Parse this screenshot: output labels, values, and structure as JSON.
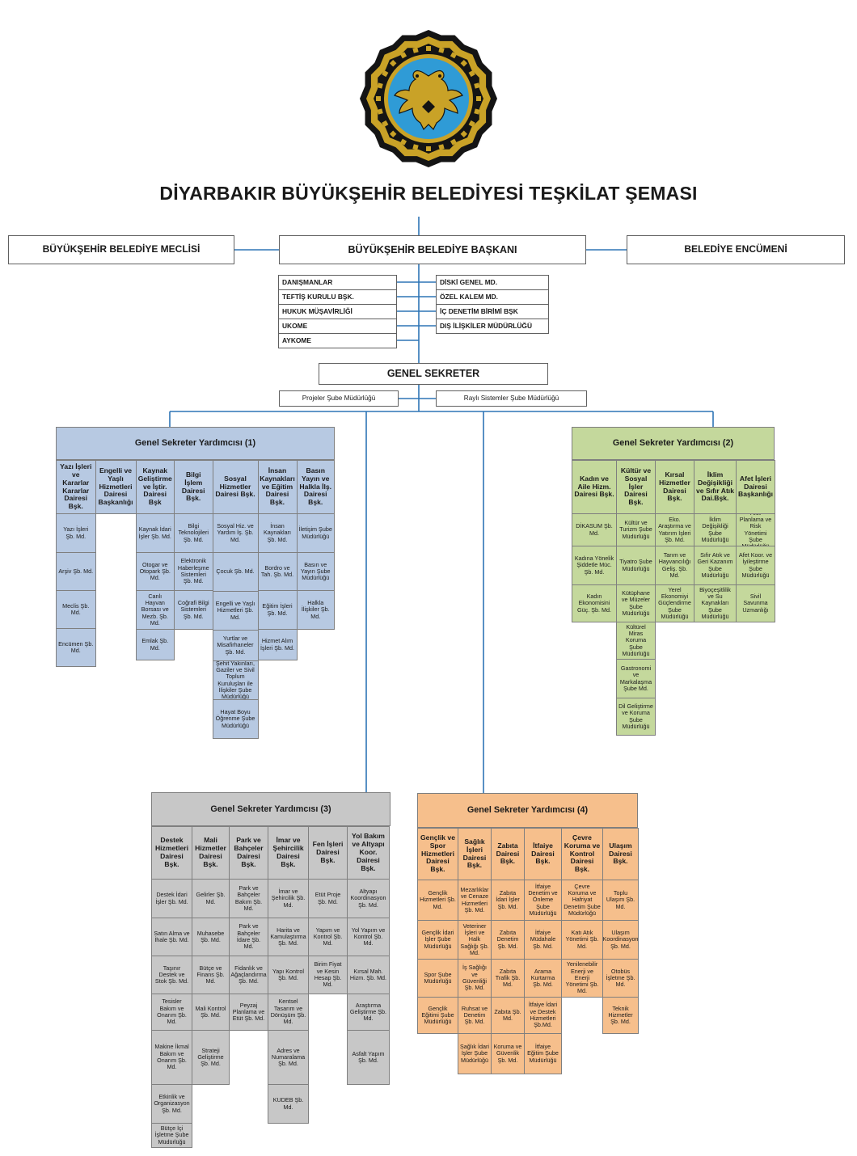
{
  "colors": {
    "line": "#2e75b6",
    "group1_fill": "#b7c9e2",
    "group2_fill": "#c4d89c",
    "group3_fill": "#c7c7c7",
    "group4_fill": "#f6bf8c",
    "logo_gold": "#c9a227",
    "logo_blue": "#2f9bd6",
    "logo_black": "#141414"
  },
  "page": {
    "title": "DİYARBAKIR BÜYÜKŞEHİR BELEDİYESİ TEŞKİLAT ŞEMASI",
    "logo_icon": "double-headed-eagle-seal"
  },
  "top": {
    "meclis": "BÜYÜKŞEHİR BELEDİYE MECLİSİ",
    "baskan": "BÜYÜKŞEHİR BELEDİYE BAŞKANI",
    "encumen": "BELEDİYE ENCÜMENİ"
  },
  "advisors_left": [
    "DANIŞMANLAR",
    "TEFTİŞ KURULU BŞK.",
    "HUKUK MÜŞAVİRLİĞİ",
    "UKOME",
    "AYKOME"
  ],
  "advisors_right": [
    "DİSKİ GENEL MD.",
    "ÖZEL KALEM MD.",
    "İÇ DENETİM BİRİMİ BŞK",
    "DIŞ İLİŞKİLER MÜDÜRLÜĞÜ"
  ],
  "genel_sekreter": "GENEL SEKRETER",
  "gs_units": [
    "Projeler Şube Müdürlüğü",
    "Raylı Sistemler Şube Müdürlüğü"
  ],
  "groups": [
    {
      "title": "Genel Sekreter Yardımcısı (1)",
      "columns": [
        {
          "dept": "Yazı İşleri ve Kararlar Kararlar Dairesi Bşk.",
          "subs": [
            "Yazı İşleri Şb. Md.",
            "Arşiv Şb. Md.",
            "Meclis Şb. Md.",
            "Encümen Şb. Md."
          ]
        },
        {
          "dept": "Engelli ve Yaşlı Hizmetleri Dairesi Başkanlığı",
          "subs": []
        },
        {
          "dept": "Kaynak Geliştirme ve İştir. Dairesi Bşk",
          "subs": [
            "Kaynak İdari İşler Şb. Md.",
            "Otogar ve Otopark Şb. Md.",
            "Canlı Hayvan Borsası ve Mezb. Şb. Md.",
            "Emlak Şb. Md."
          ]
        },
        {
          "dept": "Bilgi İşlem Dairesi Bşk.",
          "subs": [
            "Bilgi Teknolojileri Şb. Md.",
            "Elektronik Haberleşme Sistemleri Şb. Md.",
            "Coğrafi Bilgi Sistemleri Şb. Md."
          ]
        },
        {
          "dept": "Sosyal Hizmetler Dairesi Bşk.",
          "subs": [
            "Sosyal Hiz. ve Yardım İş. Şb. Md.",
            "Çocuk Şb. Md.",
            "Engelli ve Yaşlı Hizmetleri Şb. Md.",
            "Yurtlar ve Misafirhaneler Şb. Md.",
            "Şehit Yakınları, Gaziler ve Sivil Toplum Kuruluşları ile İlişkiler Şube Müdürlüğü",
            "Hayat Boyu Öğrenme Şube Müdürlüğü"
          ]
        },
        {
          "dept": "İnsan Kaynakları ve Eğitim Dairesi Bşk.",
          "subs": [
            "İnsan Kaynakları Şb. Md.",
            "Bordro ve Tah. Şb. Md.",
            "Eğitim İşleri Şb. Md.",
            "Hizmet Alım İşleri Şb. Md."
          ]
        },
        {
          "dept": "Basın Yayın ve Halkla İlş. Dairesi Bşk.",
          "subs": [
            "İletişim Şube Müdürlüğü",
            "Basın ve Yayın Şube Müdürlüğü",
            "Halkla İlişkiler Şb. Md."
          ]
        }
      ]
    },
    {
      "title": "Genel Sekreter Yardımcısı (2)",
      "columns": [
        {
          "dept": "Kadın ve Aile Hizm. Dairesi Bşk.",
          "subs": [
            "DİKASUM Şb. Md.",
            "Kadına Yönelik Şiddetle Müc. Şb. Md.",
            "Kadın Ekonomisini Güç. Şb. Md."
          ]
        },
        {
          "dept": "Kültür ve Sosyal İşler Dairesi Bşk.",
          "subs": [
            "Kültür ve Turizm Şube Müdürlüğü",
            "Tiyatro Şube Müdürlüğü",
            "Kütüphane ve Müzeler Şube Müdürlüğü",
            "Kültürel Miras Koruma Şube Müdürlüğü",
            "Gastronomi ve Markalaşma Şube Md.",
            "Dil Geliştirme ve Koruma Şube Müdürlüğü"
          ]
        },
        {
          "dept": "Kırsal Hizmetler Dairesi Bşk.",
          "subs": [
            "Eko. Araştırma ve Yatırım İşleri Şb. Md.",
            "Tarım ve Hayvancılığı Geliş. Şb. Md.",
            "Yerel Ekonomiyi Güçlendirme Şube Müdürlüğü"
          ]
        },
        {
          "dept": "İklim Değişikliği ve Sıfır Atık Dai.Bşk.",
          "subs": [
            "İklim Değişikliği Şube Müdürlüğü",
            "Sıfır Atık ve Geri Kazanım Şube Müdürlüğü",
            "Biyoçeşitlilik ve Su Kaynakları Şube Müdürlüğü"
          ]
        },
        {
          "dept": "Afet İşleri Dairesi Başkanlığı",
          "subs": [
            "Afet Planlama ve Risk Yönetimi Şube Müdürlüğü",
            "Afet Koor. ve İyileştirme Şube Müdürlüğü",
            "Sivil Savunma Uzmanlığı"
          ]
        }
      ]
    },
    {
      "title": "Genel Sekreter Yardımcısı (3)",
      "columns": [
        {
          "dept": "Destek Hizmetleri Dairesi Bşk.",
          "subs": [
            "Destek İdari İşler Şb. Md.",
            "Satın Alma ve İhale Şb. Md.",
            "Taşınır Destek ve Stok Şb. Md.",
            "Tesisler Bakım ve Onarım Şb. Md.",
            "Makine İkmal Bakım ve Onarım Şb. Md.",
            "Etkinlik ve Organizasyon Şb. Md.",
            "Bütçe İçi İşletme Şube Müdürlüğü"
          ]
        },
        {
          "dept": "Mali Hizmetler Dairesi Bşk.",
          "subs": [
            "Gelirler Şb. Md.",
            "Muhasebe Şb. Md.",
            "Bütçe ve Finans Şb. Md.",
            "Mali Kontrol Şb. Md.",
            "Strateji Geliştirme Şb. Md."
          ]
        },
        {
          "dept": "Park ve Bahçeler Dairesi Bşk.",
          "subs": [
            "Park ve Bahçeler Bakım Şb. Md.",
            "Park ve Bahçeler İdare Şb. Md.",
            "Fidanlık ve Ağaçlandırma Şb. Md.",
            "Peyzaj Planlama ve Etüt Şb. Md."
          ]
        },
        {
          "dept": "İmar ve Şehircilik Dairesi Bşk.",
          "subs": [
            "İmar ve Şehircilik Şb. Md.",
            "Harita ve Kamulaştırma Şb. Md.",
            "Yapı Kontrol Şb. Md.",
            "Kentsel Tasarım ve Dönüşüm Şb. Md.",
            "Adres ve Numaralama Şb. Md.",
            "KUDEB Şb. Md."
          ]
        },
        {
          "dept": "Fen İşleri Dairesi Bşk.",
          "subs": [
            "Etüt Proje Şb. Md.",
            "Yapım ve Kontrol Şb. Md.",
            "Birim Fiyat ve Kesin Hesap Şb. Md."
          ]
        },
        {
          "dept": "Yol Bakım ve Altyapı Koor. Dairesi Bşk.",
          "subs": [
            "Altyapı Koordinasyon Şb. Md.",
            "Yol Yapım ve Kontrol Şb. Md.",
            "Kırsal Mah. Hizm. Şb. Md.",
            "Araştırma Geliştirme Şb. Md.",
            "Asfalt Yapım Şb. Md."
          ]
        }
      ]
    },
    {
      "title": "Genel Sekreter Yardımcısı (4)",
      "columns": [
        {
          "dept": "Gençlik ve Spor Hizmetleri Dairesi Bşk.",
          "subs": [
            "Gençlik Hizmetleri Şb. Md.",
            "Gençlik İdari İşler Şube Müdürlüğü",
            "Spor Şube Müdürlüğü",
            "Gençlik Eğitimi Şube Müdürlüğü"
          ]
        },
        {
          "dept": "Sağlık İşleri Dairesi Bşk.",
          "subs": [
            "Mezarlıklar ve Cenaze Hizmetleri Şb. Md.",
            "Veteriner İşleri ve Halk Sağlığı Şb. Md.",
            "İş Sağlığı ve Güvenliği Şb. Md.",
            "Ruhsat ve Denetim Şb. Md.",
            "Sağlık İdari İşler Şube Müdürlüğü"
          ]
        },
        {
          "dept": "Zabıta Dairesi Bşk.",
          "subs": [
            "Zabıta İdari İşler Şb. Md.",
            "Zabıta Denetim Şb. Md.",
            "Zabıta Trafik Şb. Md.",
            "Zabıta Şb. Md.",
            "Koruma ve Güvenlik Şb. Md."
          ]
        },
        {
          "dept": "İtfaiye Dairesi Bşk.",
          "subs": [
            "İtfaiye Denetim ve Önleme Şube Müdürlüğü",
            "İtfaiye Müdahale Şb. Md.",
            "Arama Kurtarma Şb. Md.",
            "İtfaiye İdari ve Destek Hizmetleri Şb.Md.",
            "İtfaiye Eğitim Şube Müdürlüğü"
          ]
        },
        {
          "dept": "Çevre Koruma ve Kontrol Dairesi Bşk.",
          "subs": [
            "Çevre Koruma ve Hafriyat Denetim Şube Müdürlüğü",
            "Katı Atık Yönetimi Şb. Md.",
            "Yenilenebilir Enerji ve Enerji Yönetimi Şb. Md."
          ]
        },
        {
          "dept": "Ulaşım Dairesi Bşk.",
          "subs": [
            "Toplu Ulaşım Şb. Md.",
            "Ulaşım Koordinasyon Şb. Md.",
            "Otobüs İşletme Şb. Md.",
            "Teknik Hizmetler Şb. Md."
          ]
        }
      ]
    }
  ]
}
